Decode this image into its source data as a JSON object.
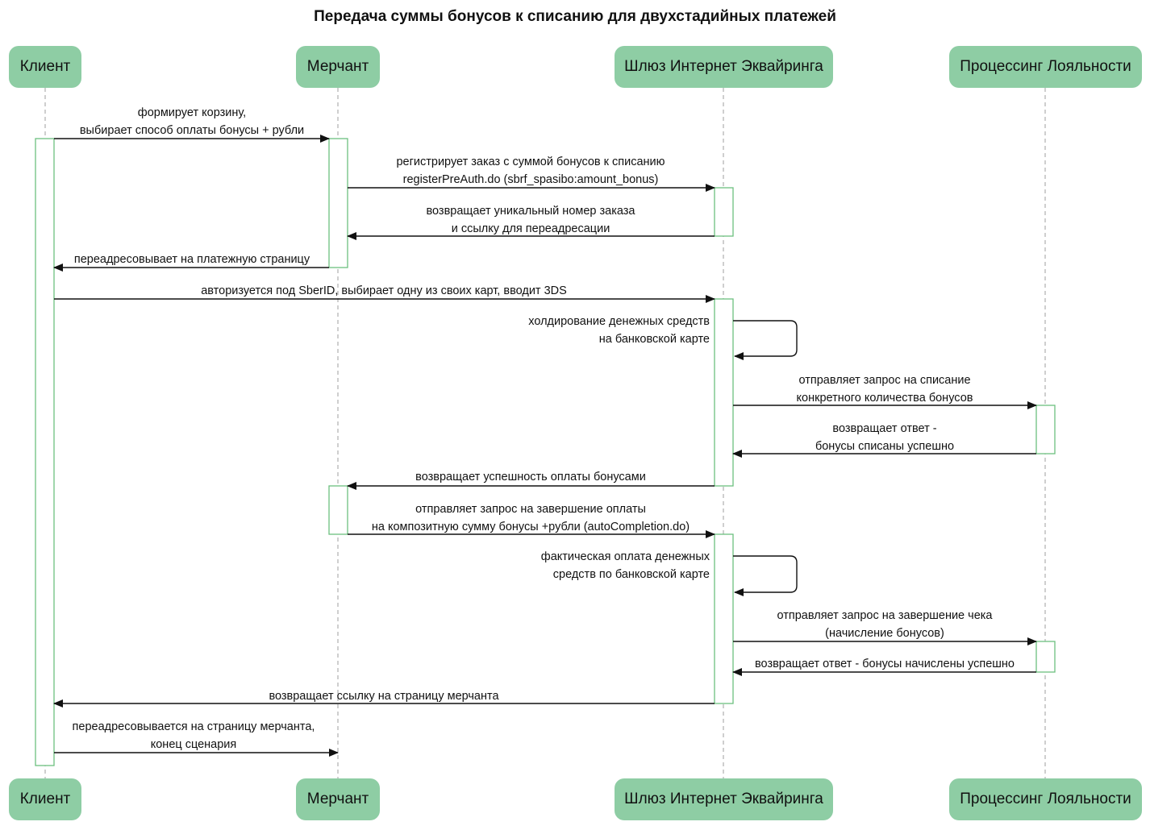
{
  "title": "Передача суммы бонусов к списанию для двухстадийных платежей",
  "participants": [
    {
      "label": "Клиент"
    },
    {
      "label": "Мерчант"
    },
    {
      "label": "Шлюз Интернет Эквайринга"
    },
    {
      "label": "Процессинг Лояльности"
    }
  ],
  "messages": [
    {
      "from": 0,
      "to": 1,
      "lines": [
        "формирует корзину,",
        "выбирает способ оплаты бонусы + рубли"
      ]
    },
    {
      "from": 1,
      "to": 2,
      "lines": [
        "регистрирует заказ с суммой бонусов к списанию",
        "registerPreAuth.do (sbrf_spasibo:amount_bonus)"
      ]
    },
    {
      "from": 2,
      "to": 1,
      "lines": [
        "возвращает уникальный номер заказа",
        "и ссылку для переадресации"
      ]
    },
    {
      "from": 1,
      "to": 0,
      "lines": [
        "переадресовывает на платежную страницу"
      ]
    },
    {
      "from": 0,
      "to": 2,
      "lines": [
        "авторизуется под SberID, выбирает одну из своих карт, вводит 3DS"
      ]
    },
    {
      "from": 2,
      "to": 2,
      "lines": [
        "холдирование денежных средств",
        "на банковской карте"
      ]
    },
    {
      "from": 2,
      "to": 3,
      "lines": [
        "отправляет запрос на списание",
        "конкретного количества бонусов"
      ]
    },
    {
      "from": 3,
      "to": 2,
      "lines": [
        "возвращает ответ -",
        "бонусы списаны успешно"
      ]
    },
    {
      "from": 2,
      "to": 1,
      "lines": [
        "возвращает успешность оплаты бонусами"
      ]
    },
    {
      "from": 1,
      "to": 2,
      "lines": [
        "отправляет запрос на завершение оплаты",
        "на композитную сумму бонусы +рубли (autoCompletion.do)"
      ]
    },
    {
      "from": 2,
      "to": 2,
      "lines": [
        "фактическая оплата денежных",
        "средств по банковской карте"
      ]
    },
    {
      "from": 2,
      "to": 3,
      "lines": [
        "отправляет запрос на завершение чека",
        "(начисление бонусов)"
      ]
    },
    {
      "from": 3,
      "to": 2,
      "lines": [
        "возвращает ответ - бонусы начислены успешно"
      ]
    },
    {
      "from": 2,
      "to": 0,
      "lines": [
        "возвращает ссылку на страницу мерчанта"
      ]
    },
    {
      "from": 0,
      "to": 1,
      "lines": [
        "переадресовывается на страницу мерчанта,",
        "конец сценария"
      ]
    }
  ],
  "colors": {
    "participant_fill": "#8ecda4",
    "activation_border": "#6cc07f",
    "lifeline": "#b5b5b5",
    "arrow": "#111111"
  }
}
